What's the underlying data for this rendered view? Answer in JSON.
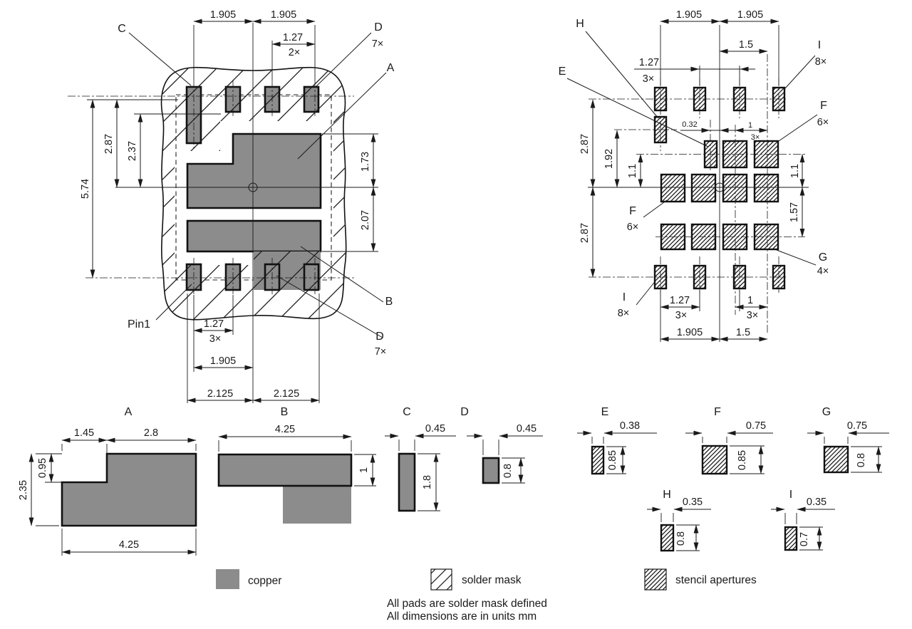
{
  "colors": {
    "copper": "#8c8c8c",
    "line": "#1a1a1a",
    "background": "#ffffff"
  },
  "land": {
    "label_c": "C",
    "label_d": "D",
    "qty_d": "7×",
    "label_a": "A",
    "label_b": "B",
    "label_pin1": "Pin1",
    "dim_pitch_l": "1.905",
    "dim_pitch_r": "1.905",
    "dim_top_small": "1.27",
    "qty_top_small": "2×",
    "dim_total_h": "5.74",
    "dim_half_h": "2.87",
    "dim_inner_h": "2.37",
    "dim_a_h": "1.73",
    "dim_b_h": "2.07",
    "dim_bot_small": "1.27",
    "qty_bot_small": "3×",
    "dim_bot_pitch": "1.905",
    "dim_half_w_l": "2.125",
    "dim_half_w_r": "2.125"
  },
  "stencil": {
    "label_h": "H",
    "label_e": "E",
    "label_i": "I",
    "qty_i": "8×",
    "label_f": "F",
    "qty_f": "6×",
    "label_g": "G",
    "qty_g": "4×",
    "dim_pitch_l": "1.905",
    "dim_pitch_r": "1.905",
    "dim_off_r": "1.5",
    "dim_small": "1.27",
    "qty_small": "3×",
    "dim_e_off": "0.32",
    "dim_unit": "1",
    "qty_unit": "3×",
    "dim_half_top": "2.87",
    "dim_h": "1.92",
    "dim_row2": "1.1",
    "dim_half_bot": "2.87",
    "dim_row2_r": "1.1",
    "dim_row4": "1.57",
    "dim_bot_pitch": "1.905",
    "dim_bot_off": "1.5"
  },
  "details": {
    "a": {
      "label": "A",
      "dim_w1": "1.45",
      "dim_w2": "2.8",
      "dim_h1": "0.95",
      "dim_h": "2.35",
      "dim_w": "4.25"
    },
    "b": {
      "label": "B",
      "dim_w": "4.25",
      "dim_h": "1"
    },
    "c": {
      "label": "C",
      "dim_w": "0.45",
      "dim_h": "1.8"
    },
    "d": {
      "label": "D",
      "dim_w": "0.45",
      "dim_h": "0.8"
    },
    "e": {
      "label": "E",
      "dim_w": "0.38",
      "dim_h": "0.85"
    },
    "f": {
      "label": "F",
      "dim_w": "0.75",
      "dim_h": "0.85"
    },
    "g": {
      "label": "G",
      "dim_w": "0.75",
      "dim_h": "0.8"
    },
    "h": {
      "label": "H",
      "dim_w": "0.35",
      "dim_h": "0.8"
    },
    "i": {
      "label": "I",
      "dim_w": "0.35",
      "dim_h": "0.7"
    }
  },
  "legend": {
    "copper": "copper",
    "solder_mask": "solder mask",
    "stencil": "stencil apertures"
  },
  "notes": {
    "line1": "All pads are solder mask defined",
    "line2": "All dimensions are in units mm"
  }
}
